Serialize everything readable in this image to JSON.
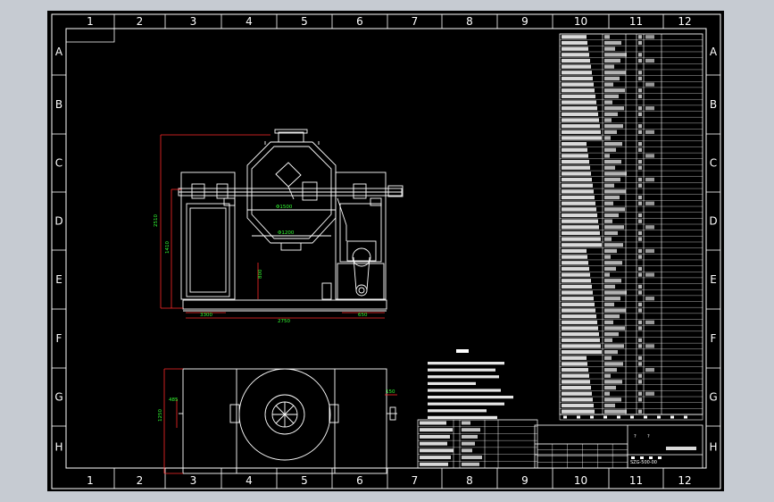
{
  "frame": {
    "columns": [
      "1",
      "2",
      "3",
      "4",
      "5",
      "6",
      "7",
      "8",
      "9",
      "10",
      "11",
      "12"
    ],
    "rows": [
      "A",
      "B",
      "C",
      "D",
      "E",
      "F",
      "G",
      "H"
    ]
  },
  "dims": {
    "height_total": "2510",
    "height_leg": "1410",
    "height_shaft": "800",
    "left_foot": "3300",
    "base_width": "2750",
    "right_foot": "650",
    "vessel_upper": "Φ1500",
    "vessel_lower": "Φ1200",
    "plan_left": "485",
    "plan_depth": "1250",
    "plan_right": "150"
  },
  "title_block": {
    "code": "SZG-500-00",
    "box_labels": [
      "?",
      "?"
    ]
  },
  "colors": {
    "frame_bg": "#000000",
    "line": "#ffffff",
    "dimension": "#ff2a2a",
    "dim_text": "#33ff33",
    "outer_chrome": "#c6cbd2"
  }
}
